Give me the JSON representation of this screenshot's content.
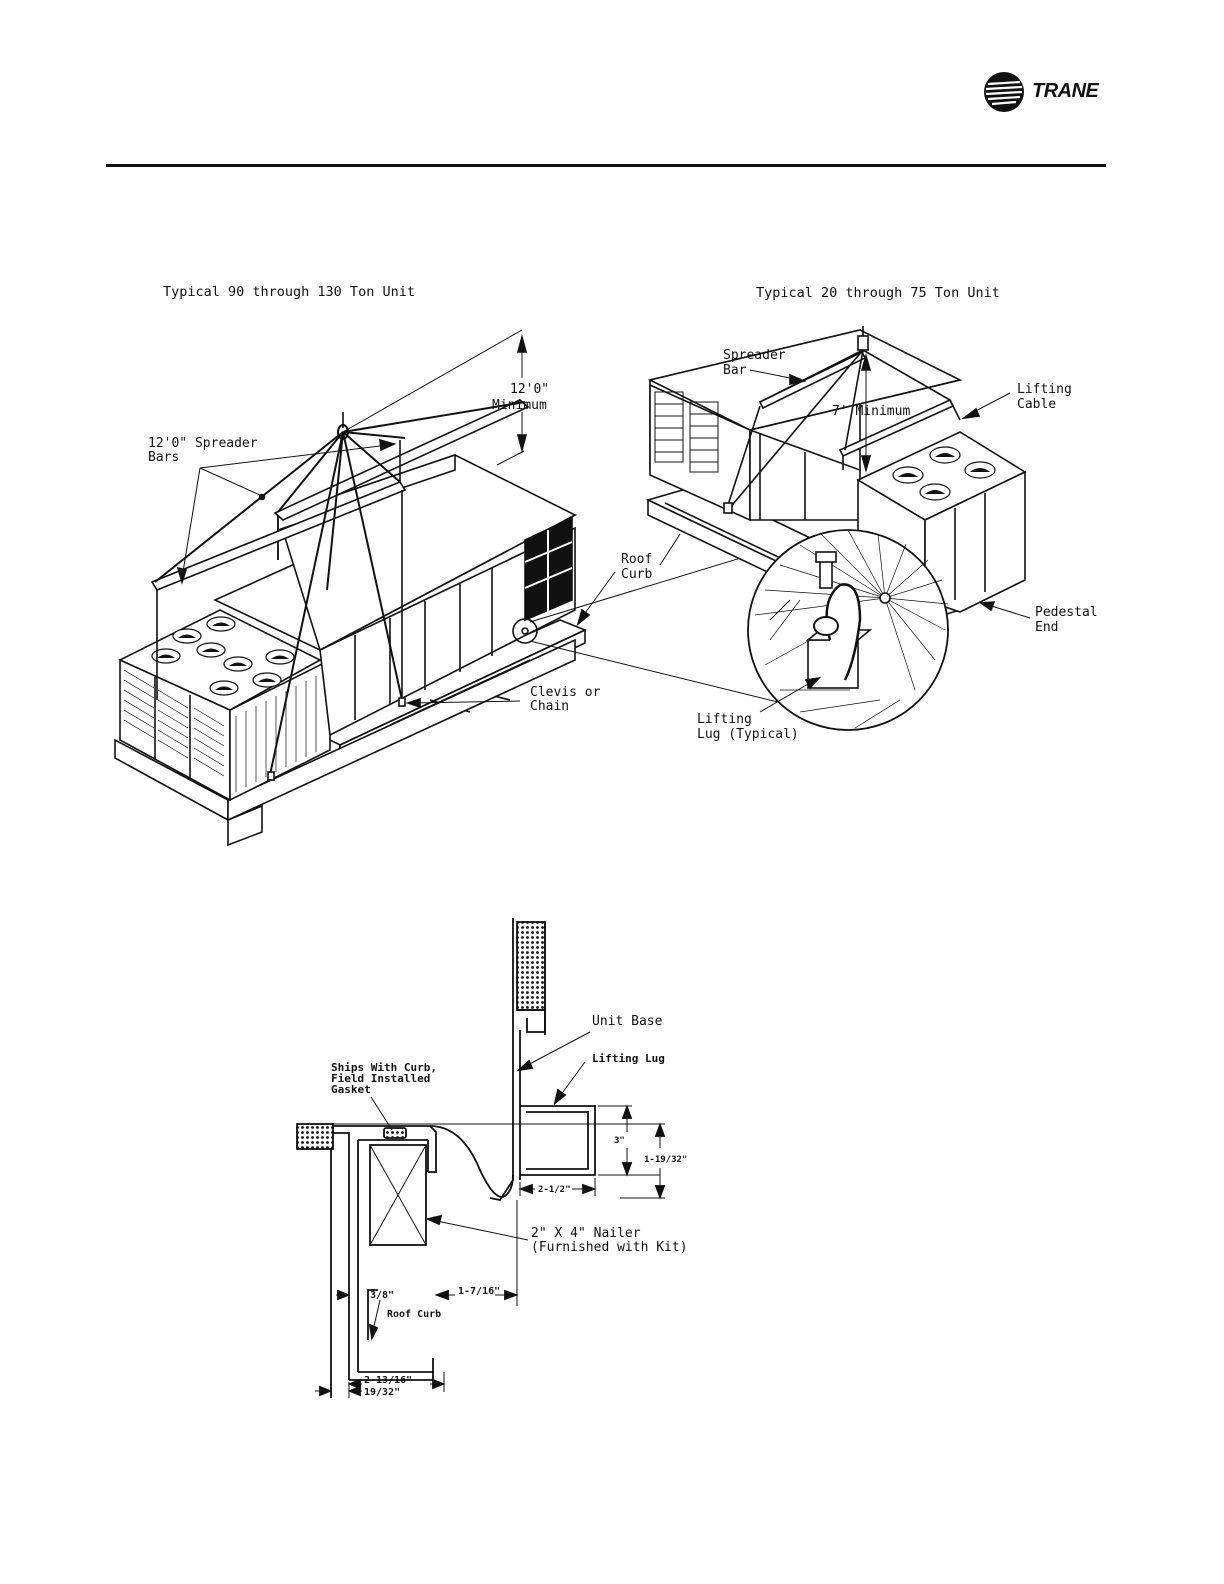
{
  "header": {
    "brand": "TRANE"
  },
  "figure_top": {
    "left_caption": "Typical 90 through 130 Ton Unit",
    "right_caption": "Typical 20 through 75 Ton Unit",
    "labels": {
      "min_height_value": "12'0\"",
      "min_height_word": "Minimum",
      "spreader_bars_1": "12'0\"  Spreader",
      "spreader_bars_2": "Bars",
      "clevis_1": "Clevis  or",
      "clevis_2": "Chain",
      "roof_curb_1": "Roof",
      "roof_curb_2": "Curb",
      "spreader_bar_1": "Spreader",
      "spreader_bar_2": "Bar",
      "seven_min": "7'  Minimum",
      "lifting_cable_1": "Lifting",
      "lifting_cable_2": "Cable",
      "pedestal_1": "Pedestal",
      "pedestal_2": "End",
      "lifting_lug_1": "Lifting",
      "lifting_lug_2": "Lug  (Typical)"
    }
  },
  "figure_bottom": {
    "labels": {
      "unit_base": "Unit  Base",
      "lifting_lug": "Lifting  Lug",
      "gasket_1": "Ships  With  Curb,",
      "gasket_2": "Field  Installed",
      "gasket_3": "Gasket",
      "dim_3": "3\"",
      "dim_1_19_32": "1-19/32\"",
      "dim_2_1_2": "2-1/2\"",
      "nailer_1": "2\"  X  4\"  Nailer",
      "nailer_2": "(Furnished  with  Kit)",
      "dim_3_8": "3/8\"",
      "dim_1_7_16": "1-7/16\"",
      "roof_curb": "Roof  Curb",
      "dim_2_13_16": "2-13/16\"",
      "dim_19_32": "19/32\""
    }
  }
}
